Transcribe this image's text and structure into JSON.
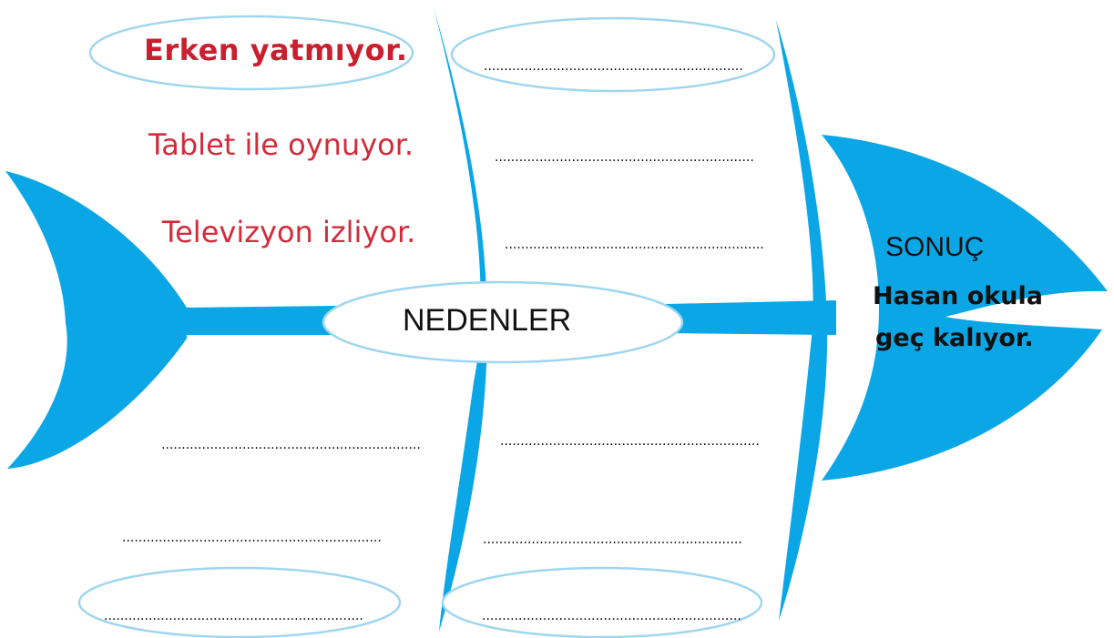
{
  "colors": {
    "fish": "#0aa6e6",
    "ellipse_stroke": "#9fd6ef",
    "cause_text": "#d42a3a",
    "text": "#111111"
  },
  "center_label": "NEDENLER",
  "causes": {
    "c1": "Erken yatmıyor.",
    "c2": "Tablet ile oynuyor.",
    "c3": "Televizyon izliyor."
  },
  "blank_line": "................................................................",
  "result": {
    "title": "SONUÇ",
    "line1": "Hasan okula",
    "line2": "geç kalıyor."
  }
}
